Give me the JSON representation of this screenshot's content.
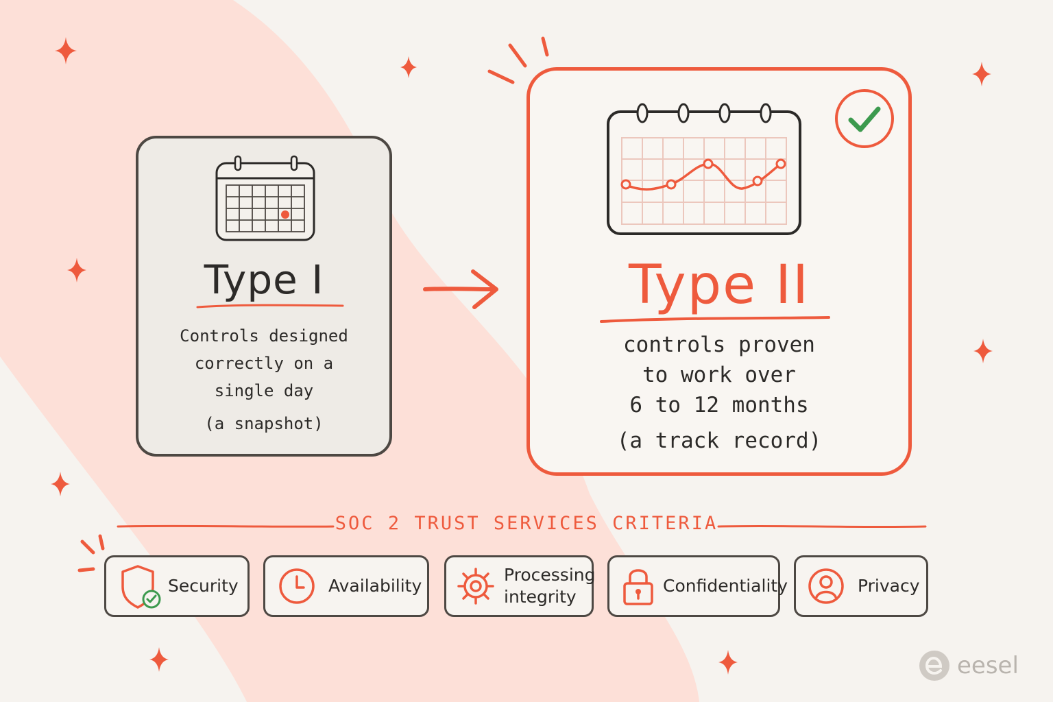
{
  "type_one": {
    "title": "Type I",
    "description": [
      "Controls designed",
      "correctly on a",
      "single day"
    ],
    "note": "(a snapshot)"
  },
  "type_two": {
    "title": "Type II",
    "description": [
      "controls proven",
      "to work over",
      "6 to 12 months"
    ],
    "note": "(a track record)"
  },
  "criteria": {
    "title": "SOC 2 TRUST SERVICES CRITERIA",
    "items": [
      {
        "label": "Security",
        "icon": "shield-check-icon"
      },
      {
        "label": "Availability",
        "icon": "clock-icon"
      },
      {
        "label": "Processing integrity",
        "icon": "gear-icon"
      },
      {
        "label": "Confidentiality",
        "icon": "lock-icon"
      },
      {
        "label": "Privacy",
        "icon": "user-circle-icon"
      }
    ]
  },
  "brand": {
    "name": "eesel"
  },
  "colors": {
    "accent": "#ee5a3d",
    "ink": "#2c2a28",
    "check": "#3c9a4e",
    "wave": "#fde0d8",
    "background": "#f6f3ef"
  }
}
